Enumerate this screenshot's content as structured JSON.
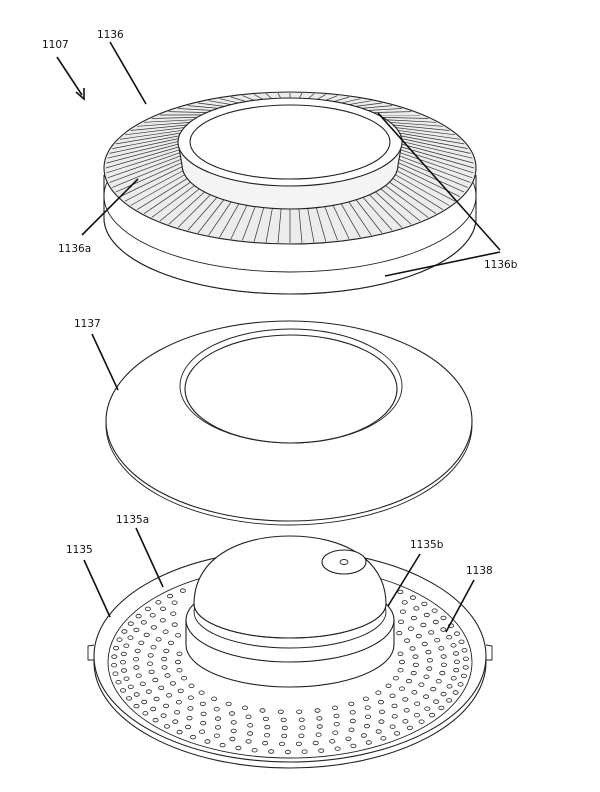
{
  "figure": {
    "labels": {
      "assembly": "1107",
      "top_ring": "1136",
      "top_ring_fins": "1136a",
      "top_ring_surface": "1136b",
      "middle_ring": "1137",
      "base": "1135",
      "base_dome": "1135a",
      "base_collar": "1135b",
      "base_perforated": "1138"
    },
    "colors": {
      "ink": "#111111",
      "fin_fill": "#d8d8d8",
      "paper": "#ffffff"
    }
  }
}
